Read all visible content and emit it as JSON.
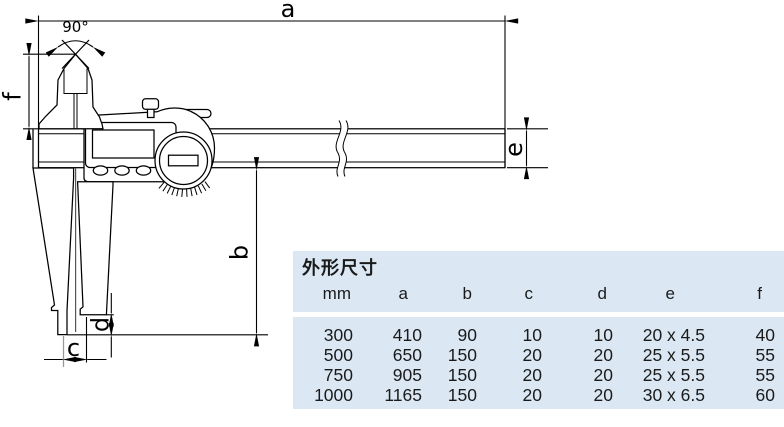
{
  "diagram": {
    "angle_label": "90°",
    "labels": {
      "a": "a",
      "b": "b",
      "c": "c",
      "d": "d",
      "e": "e",
      "f": "f"
    }
  },
  "table": {
    "title": "外形尺寸",
    "headers": [
      "mm",
      "a",
      "b",
      "c",
      "d",
      "e",
      "f"
    ],
    "rows": [
      [
        "300",
        "410",
        "90",
        "10",
        "10",
        "20 x 4.5",
        "40"
      ],
      [
        "500",
        "650",
        "150",
        "20",
        "20",
        "25 x 5.5",
        "55"
      ],
      [
        "750",
        "905",
        "150",
        "20",
        "20",
        "25 x 5.5",
        "55"
      ],
      [
        "1000",
        "1165",
        "150",
        "20",
        "20",
        "30 x 6.5",
        "60"
      ]
    ]
  },
  "colors": {
    "line": "#000000",
    "table_background": "#dbe8f4",
    "text": "#1a1a1a"
  }
}
